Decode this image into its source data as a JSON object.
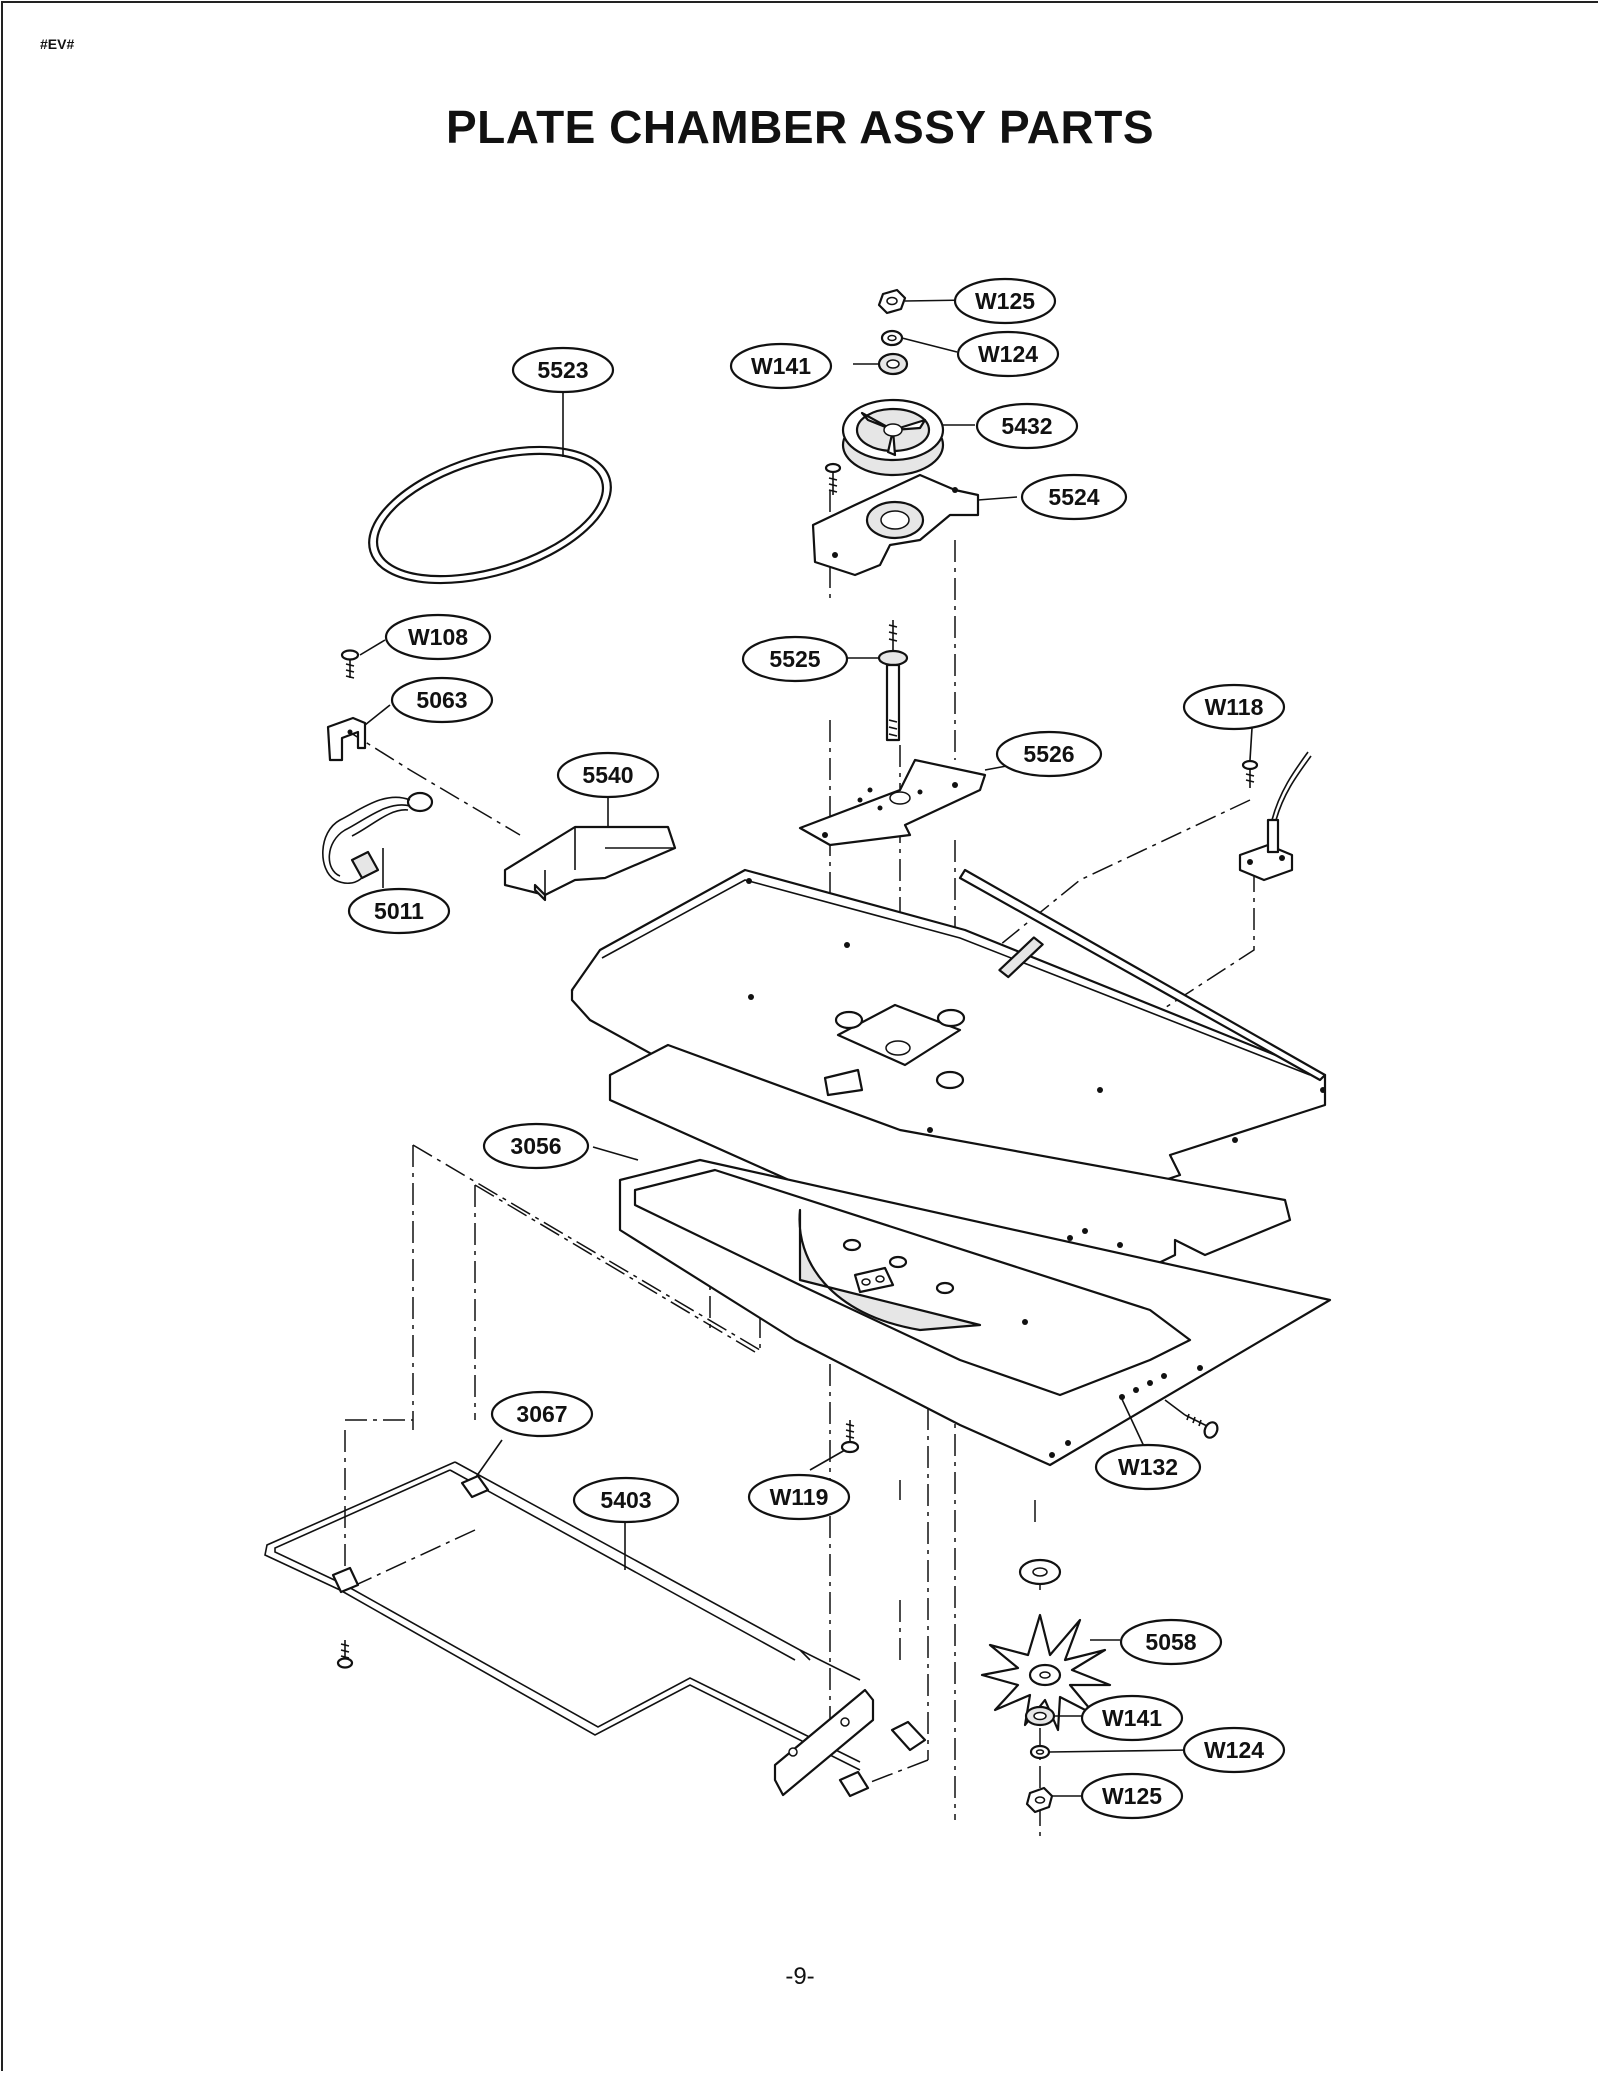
{
  "header_code": "#EV#",
  "title": "PLATE CHAMBER ASSY PARTS",
  "page_number": "-9-",
  "callouts": [
    {
      "id": "W125_top",
      "label": "W125"
    },
    {
      "id": "W124_top",
      "label": "W124"
    },
    {
      "id": "W141_top",
      "label": "W141"
    },
    {
      "id": "5523",
      "label": "5523"
    },
    {
      "id": "5432",
      "label": "5432"
    },
    {
      "id": "5524",
      "label": "5524"
    },
    {
      "id": "W108",
      "label": "W108"
    },
    {
      "id": "5063",
      "label": "5063"
    },
    {
      "id": "5525",
      "label": "5525"
    },
    {
      "id": "W118",
      "label": "W118"
    },
    {
      "id": "5540",
      "label": "5540"
    },
    {
      "id": "5526",
      "label": "5526"
    },
    {
      "id": "5011",
      "label": "5011"
    },
    {
      "id": "3056",
      "label": "3056"
    },
    {
      "id": "3067",
      "label": "3067"
    },
    {
      "id": "5403",
      "label": "5403"
    },
    {
      "id": "W119",
      "label": "W119"
    },
    {
      "id": "W132",
      "label": "W132"
    },
    {
      "id": "5058",
      "label": "5058"
    },
    {
      "id": "W141_bot",
      "label": "W141"
    },
    {
      "id": "W124_bot",
      "label": "W124"
    },
    {
      "id": "W125_bot",
      "label": "W125"
    }
  ]
}
